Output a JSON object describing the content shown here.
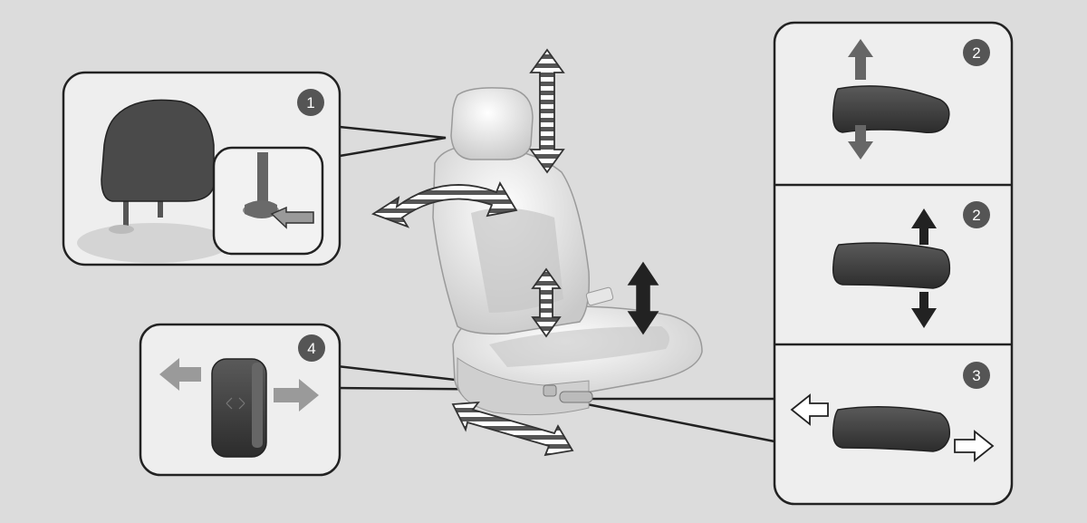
{
  "callouts": [
    {
      "number": "1"
    },
    {
      "number": "2"
    },
    {
      "number": "2"
    },
    {
      "number": "3"
    },
    {
      "number": "4"
    }
  ],
  "colors": {
    "background": "#dcdcdc",
    "panel_fill": "#eeeeee",
    "outline": "#222222",
    "badge_fill": "#555555",
    "badge_text": "#ffffff",
    "switch_dark": "#3a3a3a",
    "arrow_gray": "#9a9a9a",
    "arrow_dark": "#222222"
  },
  "icons": [
    "headrest-icon",
    "release-button-icon",
    "seat-icon",
    "switch-icon",
    "arrow-icon"
  ]
}
